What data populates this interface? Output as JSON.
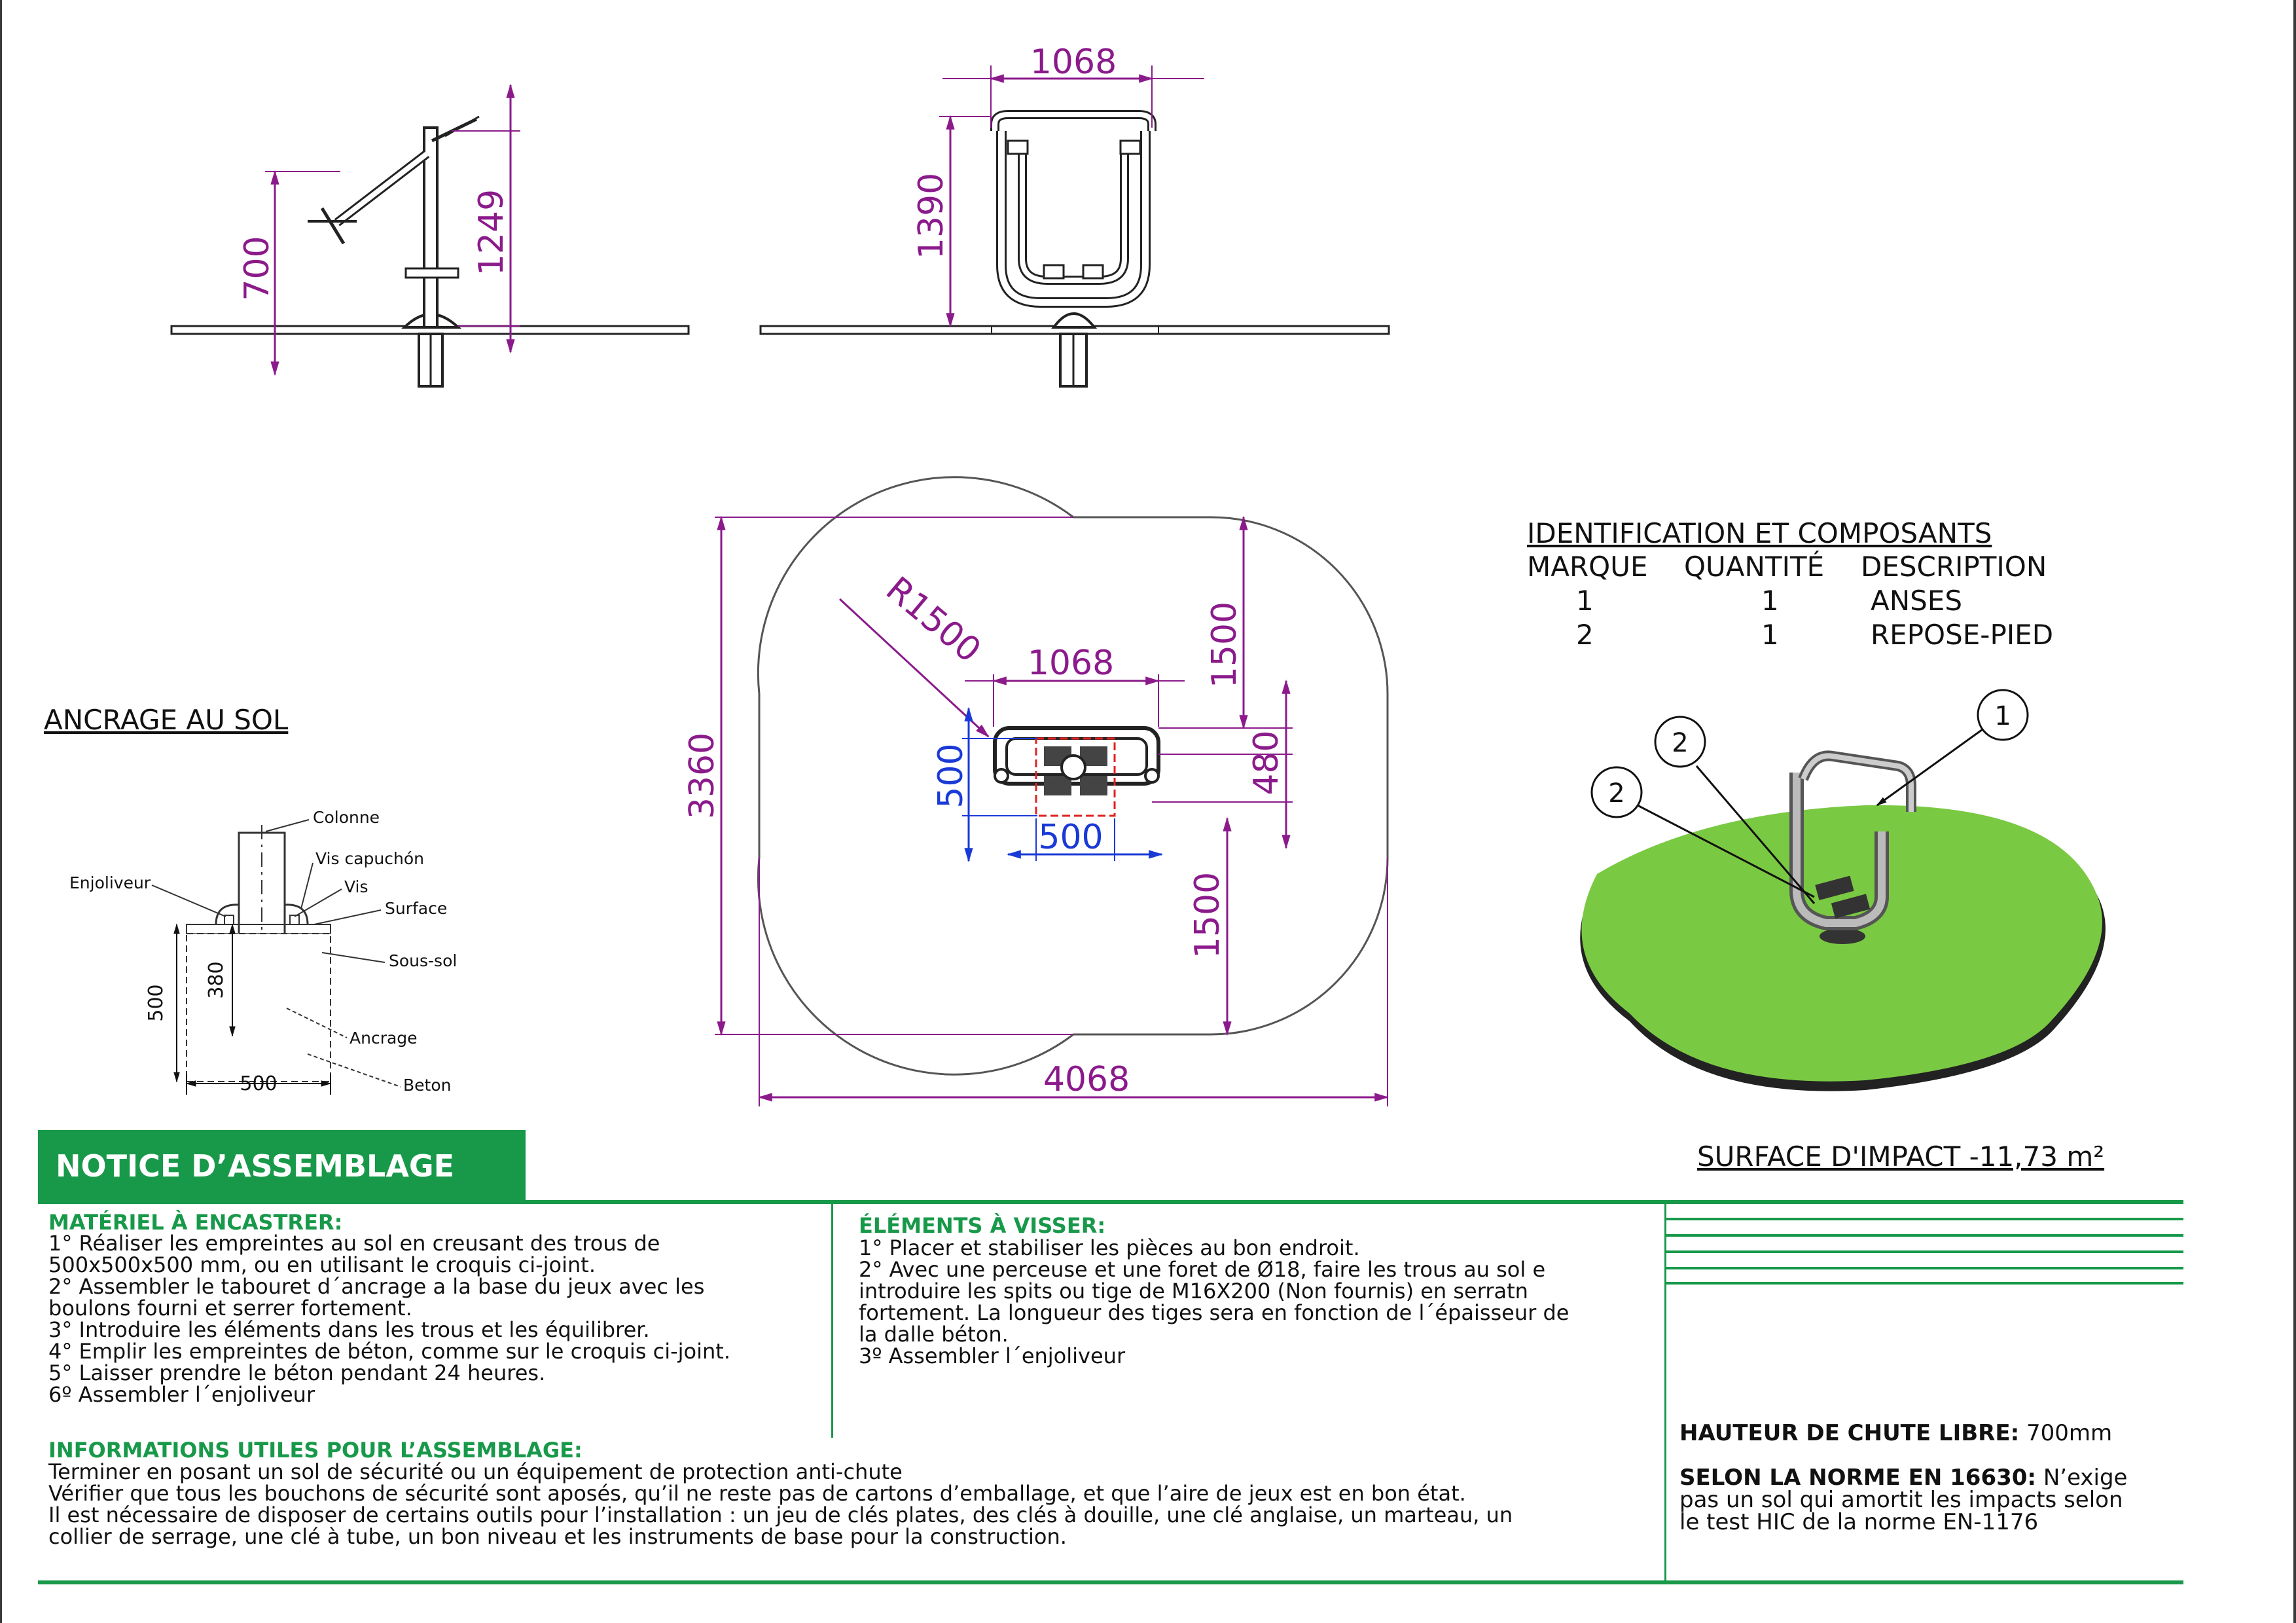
{
  "drawing": {
    "side_view": {
      "dim_700": "700",
      "dim_1249": "1249"
    },
    "front_view": {
      "dim_1068": "1068",
      "dim_1390": "1390"
    },
    "plan_view": {
      "dim_r1500": "R1500",
      "dim_1068": "1068",
      "dim_1500_top": "1500",
      "dim_500_v": "500",
      "dim_480": "480",
      "dim_500_h": "500",
      "dim_3360": "3360",
      "dim_1500_bottom": "1500",
      "dim_4068": "4068"
    },
    "anchoring": {
      "title": "ANCRAGE AU SOL",
      "labels": {
        "colonne": "Colonne",
        "vis_capuchon": "Vis capuchón",
        "enjoliveur": "Enjoliveur",
        "vis": "Vis",
        "surface": "Surface",
        "sous_sol": "Sous-sol",
        "ancrage": "Ancrage",
        "beton": "Beton"
      },
      "dims": {
        "d500_v": "500",
        "d380": "380",
        "d500_h": "500"
      }
    },
    "components": {
      "title": "IDENTIFICATION ET COMPOSANTS",
      "headers": [
        "MARQUE",
        "QUANTITÉ",
        "DESCRIPTION"
      ],
      "rows": [
        {
          "mark": "1",
          "qty": "1",
          "desc": "ANSES"
        },
        {
          "mark": "2",
          "qty": "1",
          "desc": "REPOSE-PIED"
        }
      ]
    },
    "isometric_callouts": [
      "1",
      "2",
      "2"
    ],
    "impact_surface": "SURFACE D'IMPACT -11,73 m²"
  },
  "notice": {
    "title": "NOTICE D’ASSEMBLAGE",
    "materiel": {
      "heading": "MATÉRIEL À ENCASTRER:",
      "lines": [
        "1° Réaliser les empreintes au sol en creusant des trous de",
        "500x500x500 mm, ou en utilisant le croquis ci-joint.",
        "2° Assembler le tabouret d´ancrage a la base du jeux avec les",
        "boulons fourni et serrer fortement.",
        "3° Introduire les éléments dans les trous et les équilibrer.",
        "4° Emplir les empreintes de béton, comme sur le croquis ci-joint.",
        "5° Laisser prendre le béton pendant 24 heures.",
        "6º Assembler l´enjoliveur"
      ]
    },
    "elements": {
      "heading": "ÉLÉMENTS À VISSER:",
      "lines": [
        "1° Placer et stabiliser les pièces au bon endroit.",
        "2° Avec une perceuse et une foret de Ø18, faire les trous au sol e",
        "introduire les spits ou tige de M16X200 (Non fournis) en serratn",
        "fortement. La longueur des tiges sera en fonction de l´épaisseur de",
        "la dalle béton.",
        "3º Assembler l´enjoliveur"
      ]
    },
    "infos": {
      "heading": "INFORMATIONS UTILES POUR L’ASSEMBLAGE:",
      "lines": [
        "Terminer en posant un sol de sécurité ou un équipement de protection anti-chute",
        "Vérifier que tous les bouchons de sécurité sont aposés, qu’il ne reste pas de cartons d’emballage, et que l’aire de jeux est en bon état.",
        "Il est nécessaire de disposer de certains outils pour l’installation : un jeu de clés plates, des clés à douille, une clé anglaise, un marteau, un",
        "collier de serrage, une clé à tube, un bon niveau et les instruments de base pour la construction."
      ]
    },
    "hauteur_label": "HAUTEUR DE CHUTE LIBRE:",
    "hauteur_value": "700mm",
    "norme_label": "SELON LA NORME EN 16630:",
    "norme_lines": [
      "N’exige",
      "pas un sol qui amortit les impacts selon",
      "le test HIC de la norme EN-1176"
    ]
  },
  "colors": {
    "accent_green": "#18994a",
    "dimension_purple": "#8b1a8b",
    "dimension_blue": "#1a3ad6",
    "impact_area_green": "#7ac943"
  }
}
